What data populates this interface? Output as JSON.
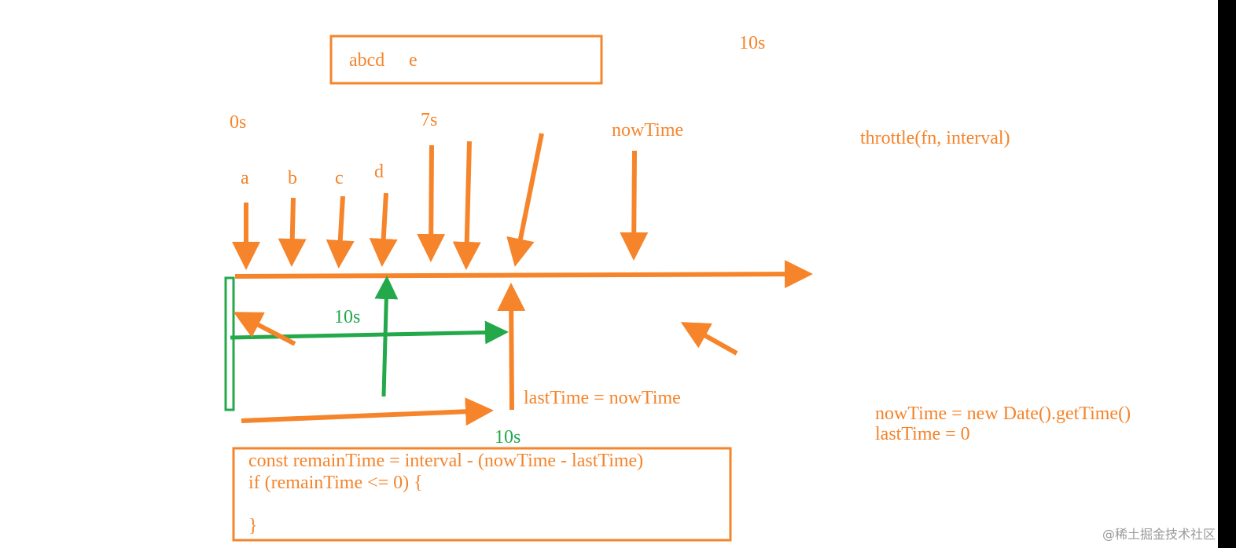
{
  "colors": {
    "orange": "#F5842B",
    "green": "#23A94A",
    "watermark": "#9a9a9a",
    "edge": "#000000"
  },
  "top_box": {
    "text1": "abcd",
    "text2": "e"
  },
  "labels": {
    "ten_s_top": "10s",
    "zero_s": "0s",
    "seven_s": "7s",
    "now_time": "nowTime",
    "throttle_sig": "throttle(fn, interval)",
    "a": "a",
    "b": "b",
    "c": "c",
    "d": "d",
    "ten_s_green_mid": "10s",
    "last_eq_now": "lastTime = nowTime",
    "ten_s_green_bottom": "10s",
    "now_def": "nowTime = new Date().getTime()",
    "last_def": "lastTime = 0"
  },
  "code_box": {
    "line1": "const remainTime = interval - (nowTime - lastTime)",
    "line2": "if (remainTime <= 0) {",
    "line3": "}"
  },
  "watermark": "@稀土掘金技术社区"
}
